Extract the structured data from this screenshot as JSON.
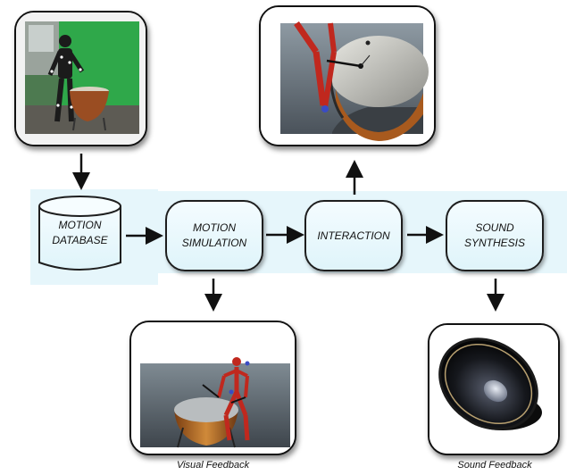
{
  "nodes": {
    "motion_database": "MOTION\nDATABASE",
    "motion_simulation": "MOTION\nSIMULATION",
    "interaction": "INTERACTION",
    "sound_synthesis": "SOUND\nSYNTHESIS"
  },
  "captions": {
    "visual_feedback": "Visual Feedback",
    "sound_feedback": "Sound Feedback"
  },
  "colors": {
    "band": "#e6f6fb",
    "node_fill": "#e8f8fc",
    "arrow": "#111111",
    "skeleton": "#c0281e",
    "drum": "#b8691e"
  }
}
